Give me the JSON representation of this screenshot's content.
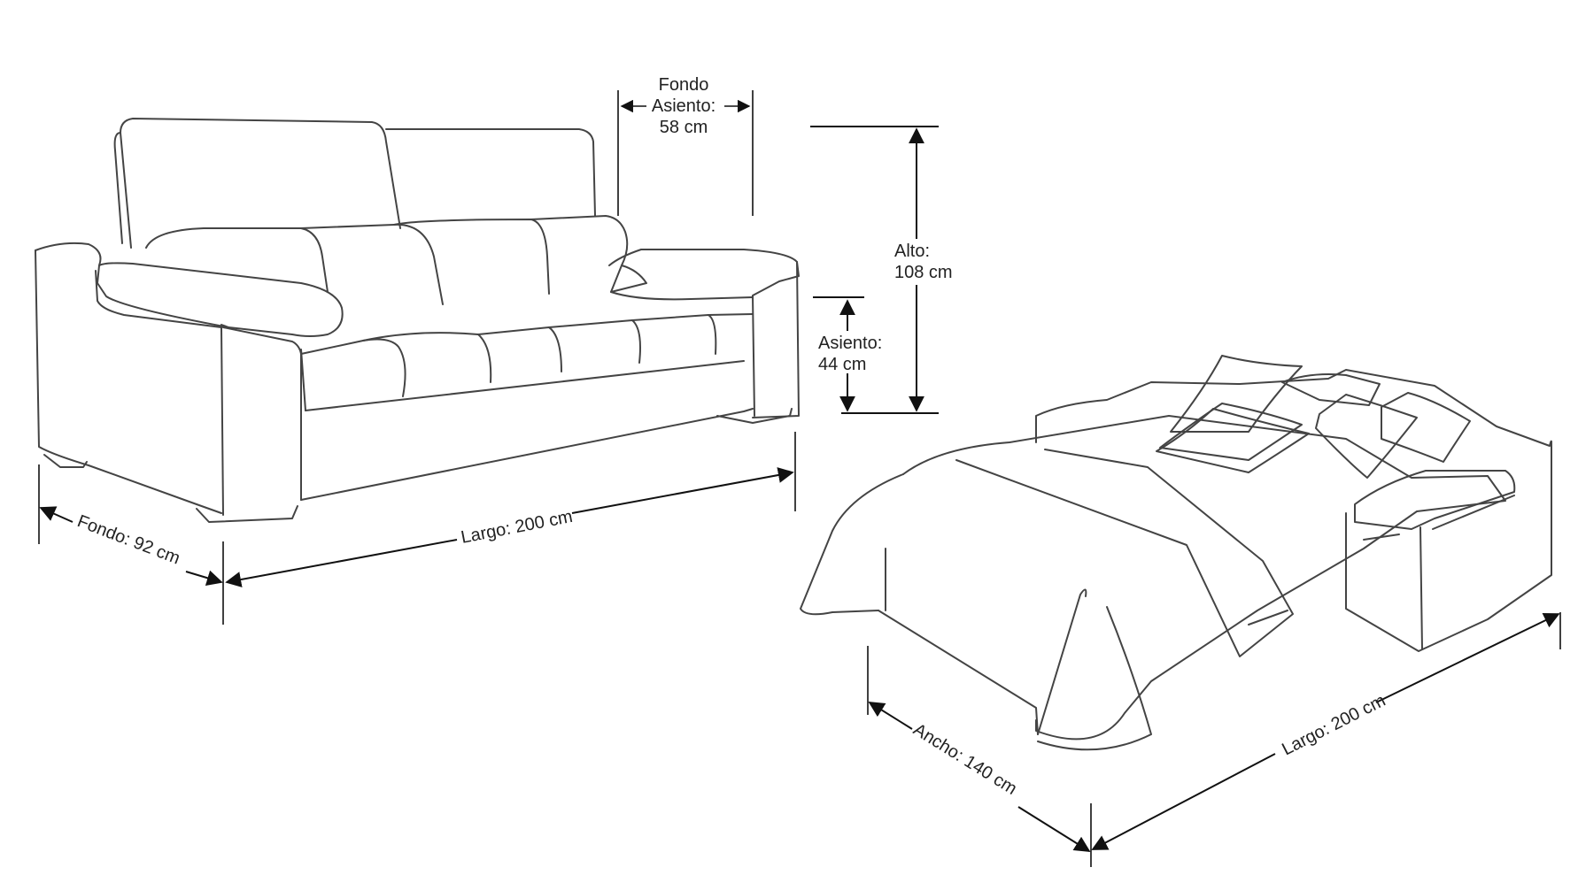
{
  "sofa": {
    "fondo_asiento": [
      "Fondo",
      "Asiento:",
      "58 cm"
    ],
    "alto": [
      "Alto:",
      "108 cm"
    ],
    "asiento": [
      "Asiento:",
      "44 cm"
    ],
    "fondo": "Fondo: 92 cm",
    "largo": "Largo: 200 cm"
  },
  "bed": {
    "ancho": "Ancho: 140 cm",
    "largo": "Largo: 200 cm"
  }
}
